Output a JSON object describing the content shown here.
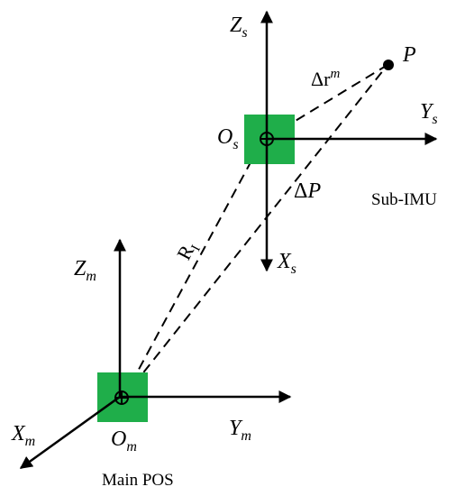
{
  "colors": {
    "imu_box": "#1fae4a",
    "line": "#000000",
    "background": "#ffffff"
  },
  "icons": {
    "origin_marker": "circle-plus-icon",
    "point_marker": "filled-dot-icon"
  },
  "main_frame": {
    "z_axis": {
      "base": "Z",
      "sub": "m"
    },
    "y_axis": {
      "base": "Y",
      "sub": "m"
    },
    "x_axis": {
      "base": "X",
      "sub": "m"
    },
    "origin": {
      "base": "O",
      "sub": "m"
    },
    "caption": "Main POS"
  },
  "sub_frame": {
    "z_axis": {
      "base": "Z",
      "sub": "s"
    },
    "y_axis": {
      "base": "Y",
      "sub": "s"
    },
    "x_axis": {
      "base": "X",
      "sub": "s"
    },
    "origin": {
      "base": "O",
      "sub": "s"
    },
    "caption": "Sub-IMU"
  },
  "vectors": {
    "r_i": {
      "base": "R",
      "sub": "I"
    },
    "delta_p": {
      "base": "Δ",
      "ital": "P"
    },
    "delta_r": {
      "base": "Δr",
      "sup": "m"
    }
  },
  "point": {
    "label": "P"
  }
}
